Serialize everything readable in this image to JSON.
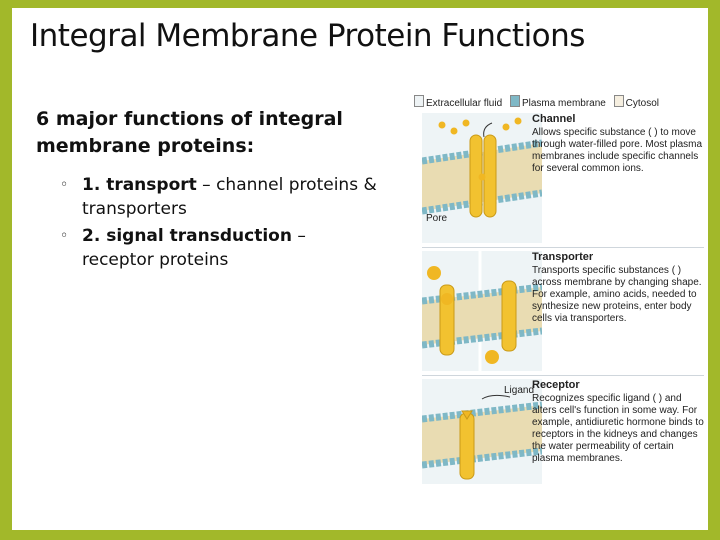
{
  "slide": {
    "title": "Integral Membrane Protein Functions",
    "heading": "6 major functions of integral membrane proteins:",
    "bullets": [
      {
        "marker": "◦",
        "term": "1. transport",
        "rest": " – channel proteins & transporters"
      },
      {
        "marker": "◦",
        "term": "2. signal transduction",
        "rest": " – receptor proteins"
      }
    ]
  },
  "figure": {
    "legend": [
      "Extracellular fluid",
      "Plasma membrane",
      "Cytosol"
    ],
    "channel": {
      "title": "Channel",
      "text": "Allows specific substance (  ) to move through water-filled pore. Most plasma membranes include specific channels for several common ions.",
      "pore_label": "Pore"
    },
    "transporter": {
      "title": "Transporter",
      "text": "Transports specific substances (  ) across membrane by changing shape. For example, amino acids, needed to synthesize new proteins, enter body cells via transporters."
    },
    "receptor": {
      "title": "Receptor",
      "text": "Recognizes specific ligand (  ) and alters cell's function in some way. For example, antidiuretic hormone binds to receptors in the kidneys and changes the water permeability of certain plasma membranes.",
      "ligand_label": "Ligand"
    }
  },
  "colors": {
    "border": "#a2b82a",
    "membrane_head": "#7fb8c6",
    "membrane_tail": "#e9dcb2",
    "protein": "#f2c230",
    "substance": "#f0b723"
  }
}
